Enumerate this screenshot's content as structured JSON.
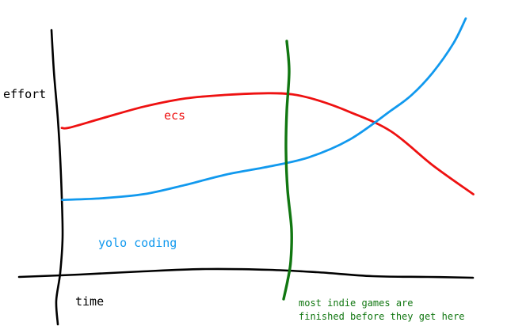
{
  "chart_data": {
    "type": "line",
    "title": "",
    "xlabel": "time",
    "ylabel": "effort",
    "grid": false,
    "legend": "none",
    "x_range": [
      0,
      10
    ],
    "y_range": [
      0,
      10
    ],
    "series": [
      {
        "name": "ecs",
        "color": "#ee1111",
        "x": [
          0,
          0.2,
          1,
          2,
          3,
          4,
          5,
          5.6,
          6.2,
          7,
          8,
          9,
          10
        ],
        "y": [
          5.2,
          5.2,
          5.7,
          6.3,
          6.7,
          6.9,
          6.95,
          6.9,
          6.6,
          6.0,
          5.0,
          3.3,
          1.8
        ]
      },
      {
        "name": "yolo coding",
        "color": "#1199ee",
        "x": [
          0,
          1,
          2,
          3,
          4,
          5,
          6,
          7,
          8,
          8.5,
          9,
          9.5,
          9.8
        ],
        "y": [
          1.5,
          1.6,
          1.8,
          2.3,
          2.8,
          3.2,
          3.7,
          4.6,
          6.1,
          6.9,
          8.0,
          9.5,
          10.8
        ]
      }
    ],
    "annotations": [
      {
        "kind": "vertical-line",
        "x": 5.5,
        "color": "#117711",
        "label_lines": [
          "most indie games are",
          "finished before they get here"
        ]
      }
    ]
  }
}
